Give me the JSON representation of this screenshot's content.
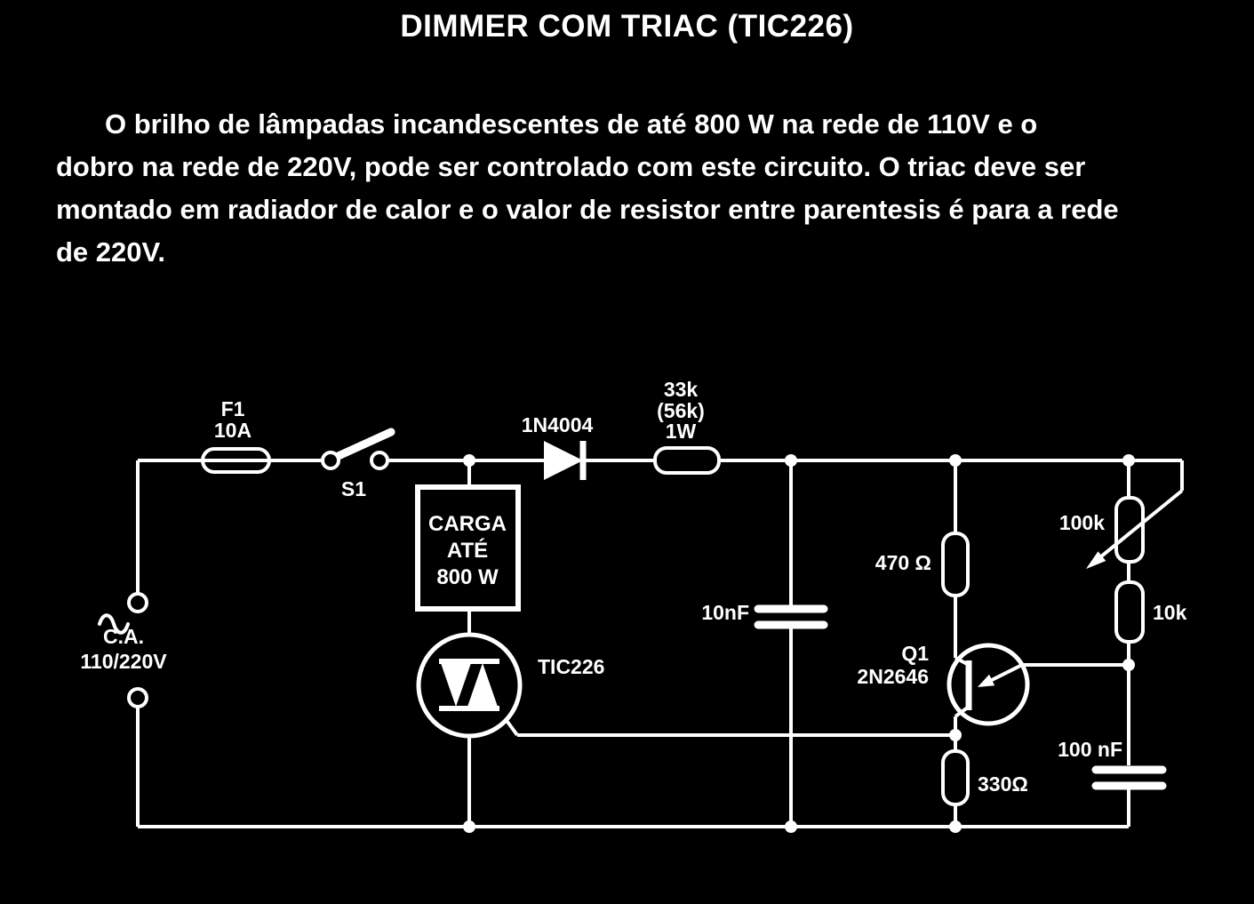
{
  "title": "DIMMER COM TRIAC (TIC226)",
  "description": {
    "lines": [
      "O brilho de lâmpadas incandescentes de até 800 W na rede de 110V e o",
      "dobro na rede de 220V, pode ser controlado com este circuito. O triac deve ser",
      "montado em radiador de calor e o valor de resistor entre parentesis é para a rede",
      "de 220V."
    ]
  },
  "colors": {
    "background": "#000000",
    "ink": "#ffffff"
  },
  "schematic": {
    "fuse": {
      "name": "F1",
      "rating": "10A"
    },
    "switch": {
      "name": "S1"
    },
    "diode": {
      "part": "1N4004"
    },
    "series_resistor": {
      "value": "33k",
      "alt_value": "(56k)",
      "power": "1W"
    },
    "load": {
      "line1": "CARGA",
      "line2": "ATÉ",
      "line3": "800 W"
    },
    "triac": {
      "part": "TIC226"
    },
    "timing_capacitor": {
      "value": "10nF"
    },
    "resistor_470": {
      "value": "470 Ω"
    },
    "ujt": {
      "name": "Q1",
      "part": "2N2646"
    },
    "potentiometer": {
      "value": "100k"
    },
    "resistor_10k": {
      "value": "10k"
    },
    "resistor_330": {
      "value": "330Ω"
    },
    "output_capacitor": {
      "value": "100 nF"
    },
    "ac_source": {
      "label": "C.A.",
      "voltage": "110/220V"
    }
  }
}
